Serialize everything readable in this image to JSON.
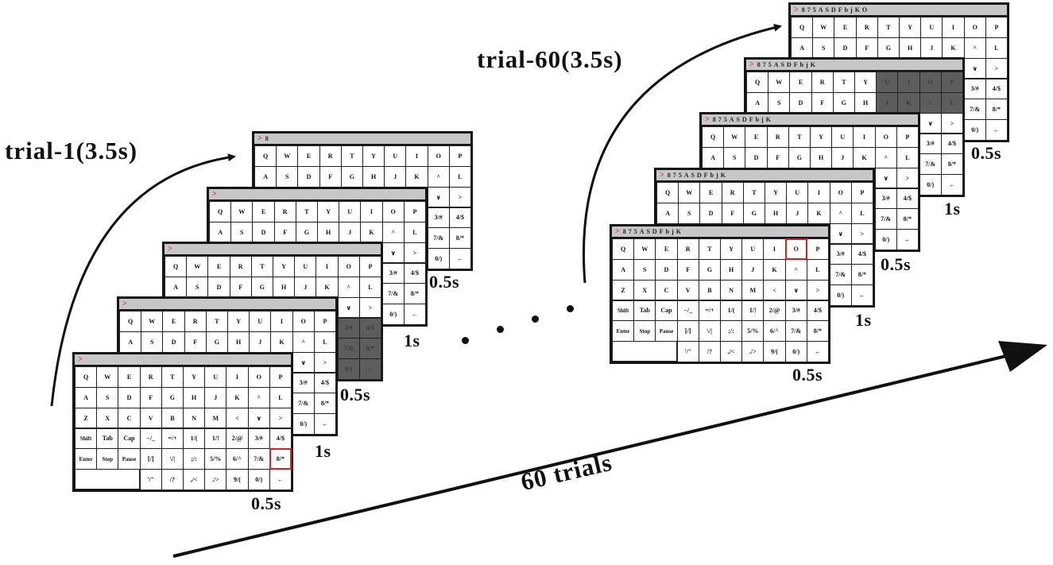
{
  "labels": {
    "trial_first": "trial-1(3.5s)",
    "trial_last": "trial-60(3.5s)",
    "total": "60 trials"
  },
  "stack_left_durations": [
    "0.5s",
    "1s",
    "0.5s",
    "1s",
    "0.5s"
  ],
  "stack_right_durations": [
    "0.5s",
    "1s",
    "0.5s",
    "1s",
    "0.5s"
  ],
  "stack_left_text": [
    "",
    "",
    "",
    "",
    "8"
  ],
  "stack_right_text": [
    "875ASDFbjK",
    "875ASDFbjK",
    "875ASDFbjK",
    "875ASDFbjK",
    "875ASDFbjKO"
  ],
  "prompt_symbol": ">",
  "keyboard_rows": [
    [
      "Q",
      "W",
      "E",
      "R",
      "T",
      "Y",
      "U",
      "I",
      "O",
      "P"
    ],
    [
      "A",
      "S",
      "D",
      "F",
      "G",
      "H",
      "J",
      "K",
      "^",
      "L"
    ],
    [
      "Z",
      "X",
      "C",
      "V",
      "B",
      "N",
      "M",
      "<",
      "∨",
      ">"
    ],
    [
      "Shift",
      "Tab",
      "Cap",
      "−/_",
      "=/+",
      "1/(",
      "1/!",
      "2/@",
      "3/#",
      "4/$"
    ],
    [
      "Enter",
      "Stop",
      "Pause",
      "[/]",
      "\\/|",
      ";/:",
      "5/%",
      "6/^",
      "7/&",
      "8/*"
    ],
    [
      "",
      "",
      "'/\"",
      "/?",
      ",/<",
      "./>",
      "9/(",
      "0/)",
      "←"
    ]
  ],
  "colors": {
    "highlight": "#d42020",
    "flash": "#5d5d5d",
    "bar": "#c7c7c7"
  }
}
